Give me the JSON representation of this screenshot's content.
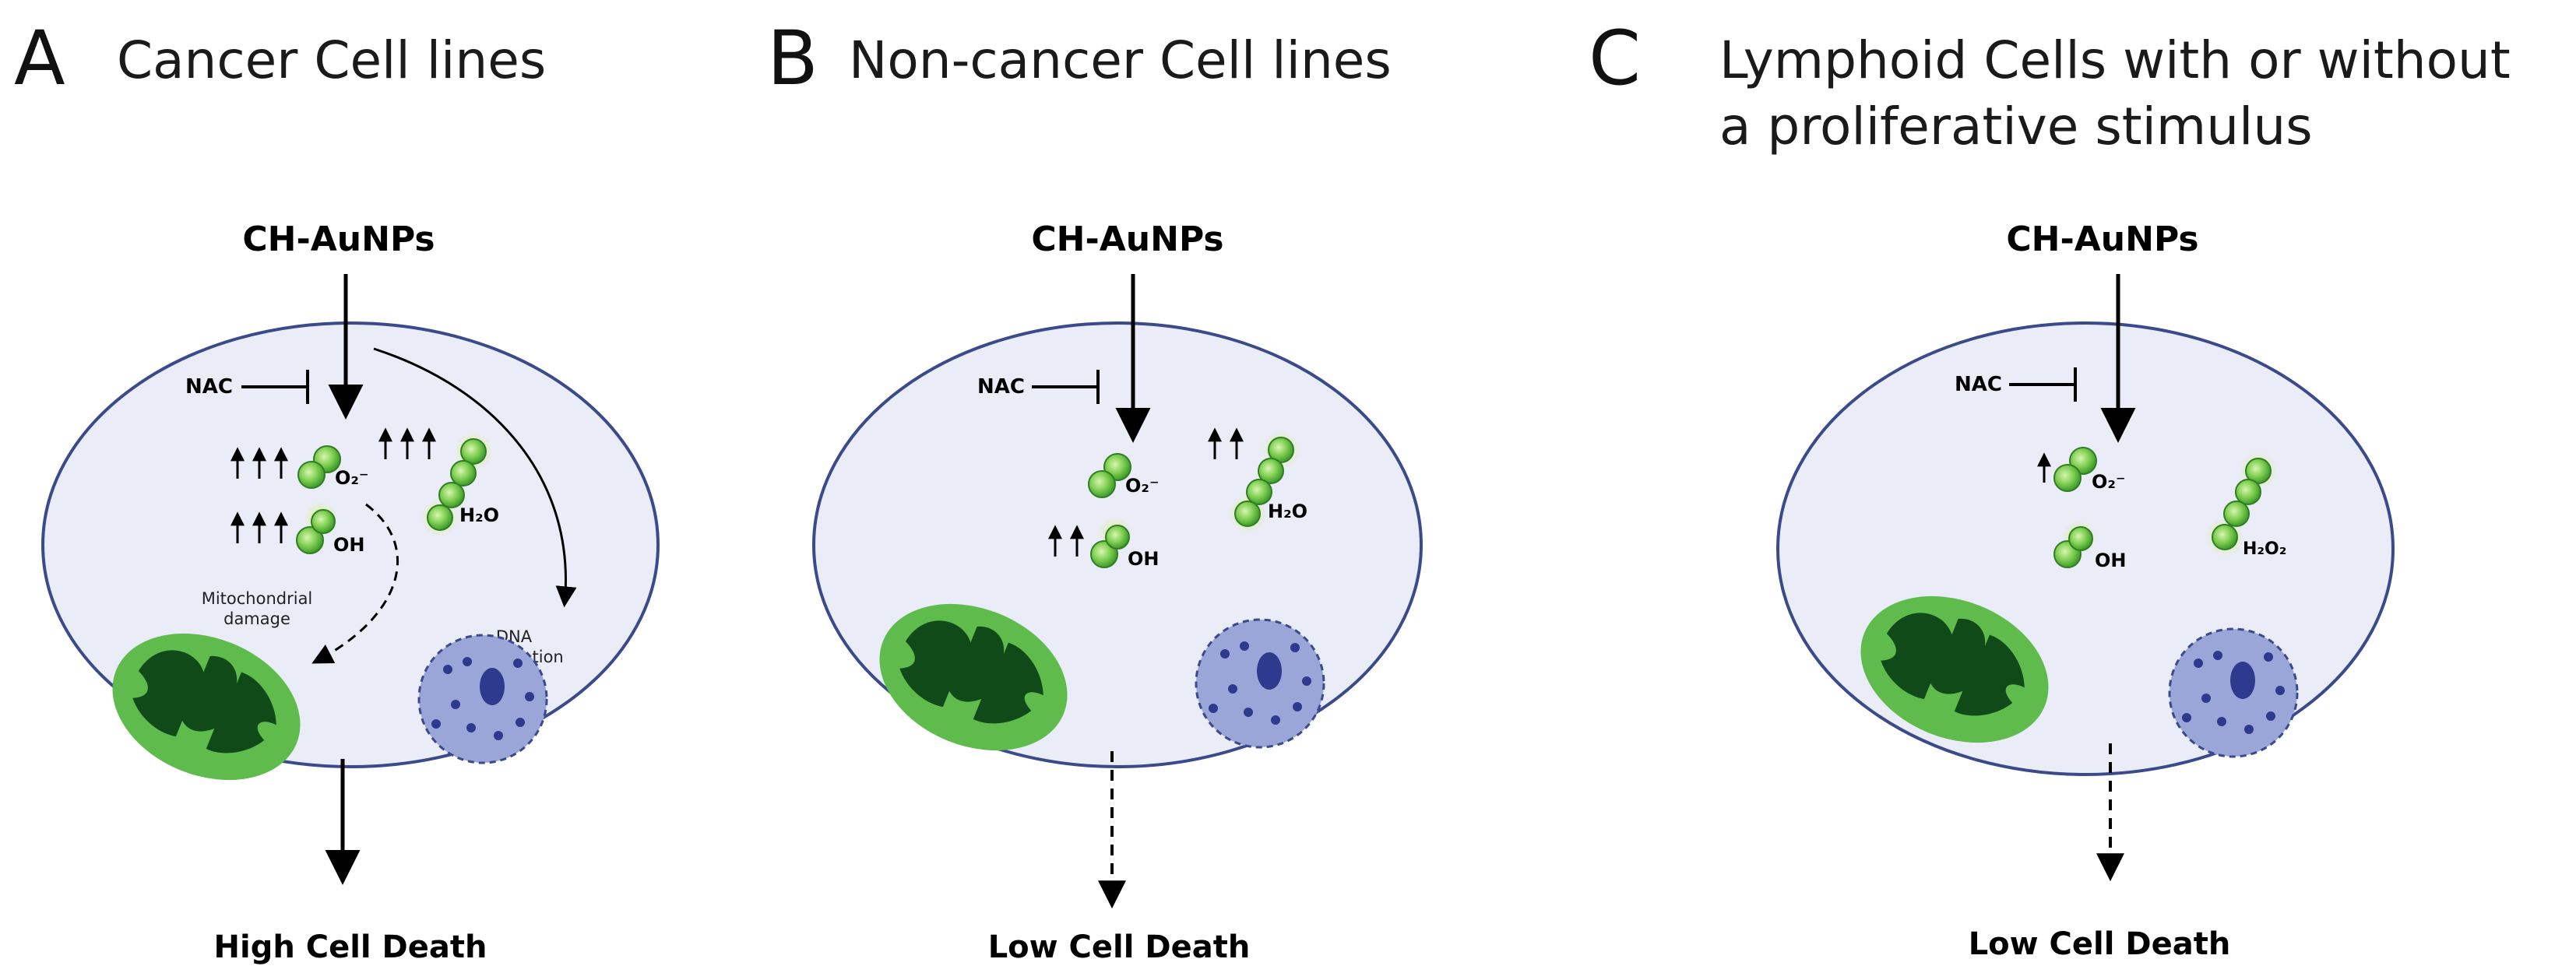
{
  "panels": [
    {
      "letter": "A",
      "title_lines": [
        "Cancer Cell lines"
      ],
      "stimulus": "CH-AuNPs",
      "inhibitor": "NAC",
      "superoxide": "O₂⁻",
      "hydroxyl": "OH",
      "peroxide": "H₂O",
      "mito_label_1": "Mitochondrial",
      "mito_label_2": "damage",
      "dna_label_1": "DNA",
      "dna_label_2": "degradation",
      "outcome": "High Cell Death",
      "arrows_superoxide": 3,
      "arrows_peroxide": 3,
      "arrows_hydroxyl": 3,
      "death_arrow": "solid"
    },
    {
      "letter": "B",
      "title_lines": [
        "Non-cancer Cell lines"
      ],
      "stimulus": "CH-AuNPs",
      "inhibitor": "NAC",
      "superoxide": "O₂⁻",
      "hydroxyl": "OH",
      "peroxide": "H₂O",
      "outcome": "Low Cell Death",
      "arrows_superoxide": 0,
      "arrows_peroxide": 2,
      "arrows_hydroxyl": 2,
      "death_arrow": "dashed"
    },
    {
      "letter": "C",
      "title_lines": [
        "Lymphoid Cells with or without",
        "a proliferative stimulus"
      ],
      "stimulus": "CH-AuNPs",
      "inhibitor": "NAC",
      "superoxide": "O₂⁻",
      "hydroxyl": "OH",
      "peroxide": "H₂O₂",
      "outcome": "Low Cell Death",
      "arrows_superoxide": 1,
      "arrows_peroxide": 0,
      "arrows_hydroxyl": 0,
      "death_arrow": "dashed"
    }
  ],
  "colors": {
    "cell_fill": "#eaecf8",
    "cell_stroke": "#3a4a8a",
    "mito_outer": "#5fbb4c",
    "mito_inner": "#0f4a18",
    "nucleus_fill": "#9aa6d8",
    "nucleus_dot": "#2d3a8e",
    "particle": "#5ab83d"
  }
}
